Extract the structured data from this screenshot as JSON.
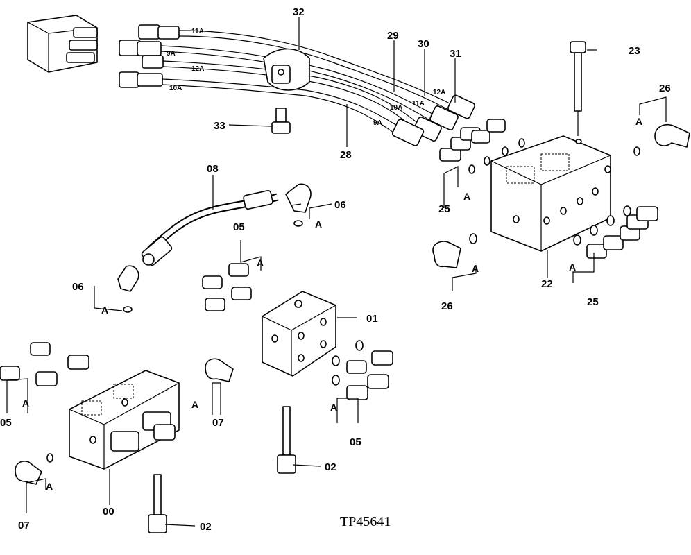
{
  "drawing_id": "TP45641",
  "callouts": {
    "c00": "00",
    "c01": "01",
    "c02a": "02",
    "c02b": "02",
    "c05a": "05",
    "c05b": "05",
    "c05c": "05",
    "c06a": "06",
    "c06b": "06",
    "c07a": "07",
    "c07b": "07",
    "c08": "08",
    "c22": "22",
    "c23": "23",
    "c25a": "25",
    "c25b": "25",
    "c26a": "26",
    "c26b": "26",
    "c28": "28",
    "c29": "29",
    "c30": "30",
    "c31": "31",
    "c32": "32",
    "c33": "33"
  },
  "hose_tags": {
    "t11a_left": "11A",
    "t9a_left": "9A",
    "t12a_left": "12A",
    "t10a_left": "10A",
    "t12a_right": "12A",
    "t10a_right": "10A",
    "t11a_right": "11A",
    "t9a_right": "9A"
  },
  "a_label": "A"
}
